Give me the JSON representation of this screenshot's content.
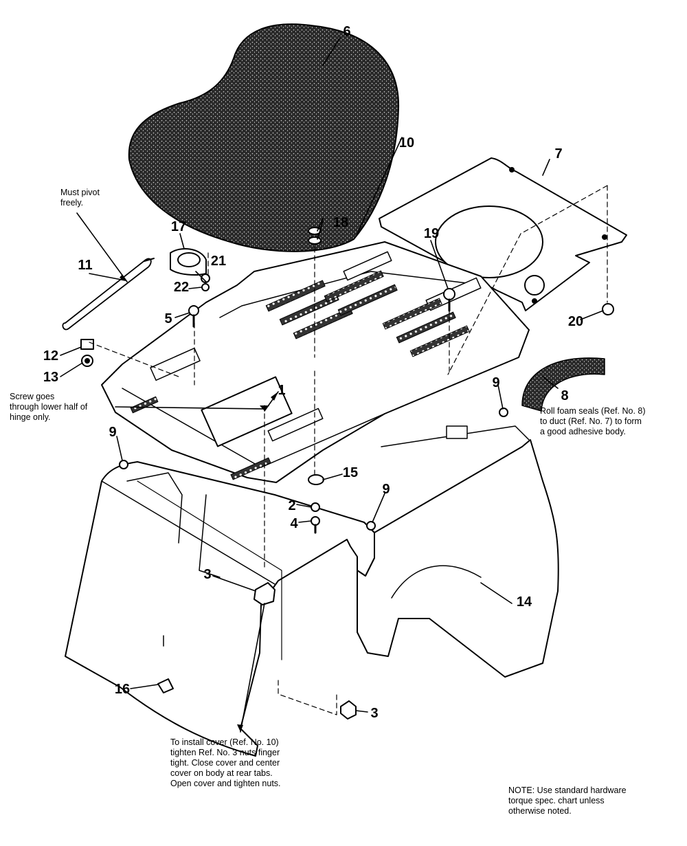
{
  "callouts": {
    "c1": "1",
    "c2": "2",
    "c3a": "3",
    "c3b": "3",
    "c4": "4",
    "c5": "5",
    "c6": "6",
    "c7": "7",
    "c8": "8",
    "c9a": "9",
    "c9b": "9",
    "c9c": "9",
    "c10": "10",
    "c11": "11",
    "c12": "12",
    "c13": "13",
    "c14": "14",
    "c15": "15",
    "c16": "16",
    "c17": "17",
    "c18": "18",
    "c19": "19",
    "c20": "20",
    "c21": "21",
    "c22": "22"
  },
  "notes": {
    "pivot": "Must pivot\nfreely.",
    "screw": "Screw goes\nthrough lower half of\nhinge only.",
    "seals": "Roll foam seals (Ref. No. 8)\nto duct (Ref. No. 7) to form\na good adhesive body.",
    "install": "To install cover (Ref. No. 10)\ntighten Ref. No. 3 nuts finger\ntight. Close cover and center\ncover on body at rear tabs.\nOpen cover and tighten nuts.",
    "torque": "NOTE: Use standard hardware\ntorque spec. chart unless\notherwise noted."
  }
}
